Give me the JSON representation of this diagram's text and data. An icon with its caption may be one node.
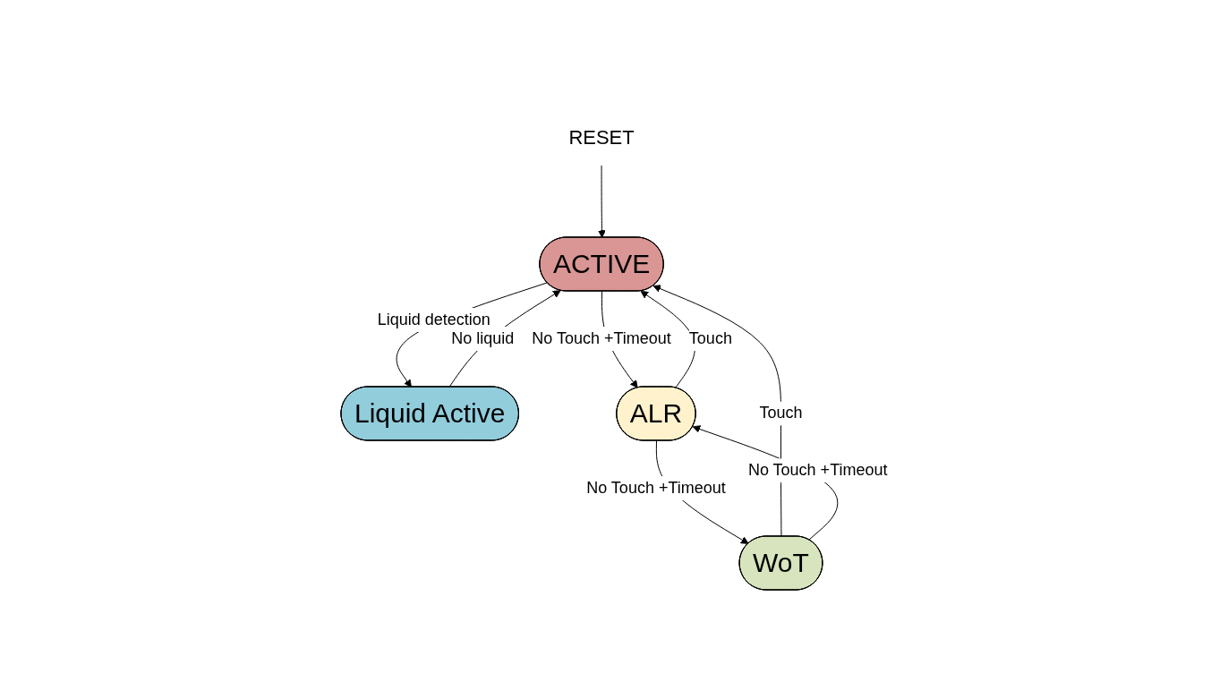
{
  "diagram": {
    "nodes": [
      {
        "text": [
          "RESET"
        ]
      },
      {
        "text": [
          "ACTIVE"
        ]
      },
      {
        "text": [
          "Liquid Active"
        ]
      },
      {
        "text": [
          "WoT"
        ]
      },
      {
        "text": [
          "ALR"
        ]
      }
    ],
    "edges": [
      {
        "from": 0,
        "to": 1,
        "arrow": "to"
      },
      {
        "from": 1,
        "to": 2,
        "arrow": "to",
        "label": "Liquid detection"
      },
      {
        "from": 2,
        "to": 1,
        "arrow": "to",
        "label": "No liquid"
      },
      {
        "from": 3,
        "to": 1,
        "arrow": "to",
        "label": "Touch"
      },
      {
        "from": 1,
        "to": 4,
        "arrow": "to",
        "label": "No Touch +Timeout"
      },
      {
        "from": 4,
        "to": 1,
        "arrow": "to",
        "label": "Touch"
      },
      {
        "from": 3,
        "to": 4,
        "arrow": "to",
        "label": "No Touch +Timeout"
      },
      {
        "from": 4,
        "to": 3,
        "arrow": "to",
        "label": "No Touch +Timeout"
      }
    ]
  }
}
